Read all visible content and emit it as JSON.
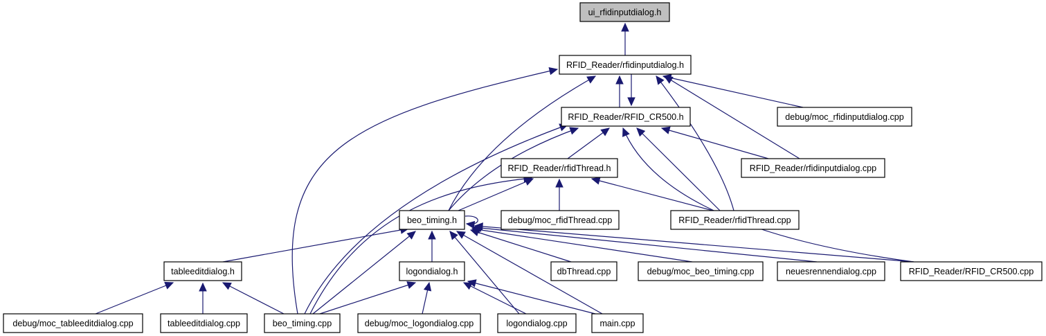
{
  "diagram": {
    "nodes": [
      {
        "id": "ui_rfidinputdialog_h",
        "label": "ui_rfidinputdialog.h",
        "highlighted": true
      },
      {
        "id": "rr_rfidinputdialog_h",
        "label": "RFID_Reader/rfidinputdialog.h"
      },
      {
        "id": "rr_cr500_h",
        "label": "RFID_Reader/RFID_CR500.h"
      },
      {
        "id": "moc_rfidinputdialog_cpp",
        "label": "debug/moc_rfidinputdialog.cpp"
      },
      {
        "id": "rr_rfidthread_h",
        "label": "RFID_Reader/rfidThread.h"
      },
      {
        "id": "rr_rfidinputdialog_cpp",
        "label": "RFID_Reader/rfidinputdialog.cpp"
      },
      {
        "id": "beo_timing_h",
        "label": "beo_timing.h"
      },
      {
        "id": "moc_rfidthread_cpp",
        "label": "debug/moc_rfidThread.cpp"
      },
      {
        "id": "rr_rfidthread_cpp",
        "label": "RFID_Reader/rfidThread.cpp"
      },
      {
        "id": "tableeditdialog_h",
        "label": "tableeditdialog.h"
      },
      {
        "id": "logondialog_h",
        "label": "logondialog.h"
      },
      {
        "id": "dbthread_cpp",
        "label": "dbThread.cpp"
      },
      {
        "id": "moc_beo_timing_cpp",
        "label": "debug/moc_beo_timing.cpp"
      },
      {
        "id": "neuesrennendialog_cpp",
        "label": "neuesrennendialog.cpp"
      },
      {
        "id": "rr_cr500_cpp",
        "label": "RFID_Reader/RFID_CR500.cpp"
      },
      {
        "id": "moc_tableeditdialog_cpp",
        "label": "debug/moc_tableeditdialog.cpp"
      },
      {
        "id": "tableeditdialog_cpp",
        "label": "tableeditdialog.cpp"
      },
      {
        "id": "beo_timing_cpp",
        "label": "beo_timing.cpp"
      },
      {
        "id": "moc_logondialog_cpp",
        "label": "debug/moc_logondialog.cpp"
      },
      {
        "id": "logondialog_cpp",
        "label": "logondialog.cpp"
      },
      {
        "id": "main_cpp",
        "label": "main.cpp"
      }
    ],
    "edges": [
      {
        "from": "rr_rfidinputdialog_h",
        "to": "ui_rfidinputdialog_h"
      },
      {
        "from": "rr_cr500_h",
        "to": "rr_rfidinputdialog_h"
      },
      {
        "from": "moc_rfidinputdialog_cpp",
        "to": "rr_rfidinputdialog_h"
      },
      {
        "from": "rr_rfidinputdialog_cpp",
        "to": "rr_rfidinputdialog_h"
      },
      {
        "from": "rr_rfidthread_cpp",
        "to": "rr_rfidinputdialog_h"
      },
      {
        "from": "beo_timing_h",
        "to": "rr_rfidinputdialog_h"
      },
      {
        "from": "beo_timing_cpp",
        "to": "rr_rfidinputdialog_h"
      },
      {
        "from": "rr_rfidinputdialog_h",
        "to": "rr_cr500_h"
      },
      {
        "from": "rr_rfidthread_h",
        "to": "rr_cr500_h"
      },
      {
        "from": "rr_rfidinputdialog_cpp",
        "to": "rr_cr500_h"
      },
      {
        "from": "rr_rfidthread_cpp",
        "to": "rr_cr500_h"
      },
      {
        "from": "rr_cr500_cpp",
        "to": "rr_cr500_h"
      },
      {
        "from": "beo_timing_h",
        "to": "rr_cr500_h"
      },
      {
        "from": "beo_timing_cpp",
        "to": "rr_cr500_h"
      },
      {
        "from": "beo_timing_h",
        "to": "rr_rfidthread_h"
      },
      {
        "from": "moc_rfidthread_cpp",
        "to": "rr_rfidthread_h"
      },
      {
        "from": "rr_rfidthread_cpp",
        "to": "rr_rfidthread_h"
      },
      {
        "from": "beo_timing_cpp",
        "to": "rr_rfidthread_h"
      },
      {
        "from": "beo_timing_h",
        "to": "beo_timing_h"
      },
      {
        "from": "tableeditdialog_h",
        "to": "beo_timing_h"
      },
      {
        "from": "logondialog_h",
        "to": "beo_timing_h"
      },
      {
        "from": "beo_timing_cpp",
        "to": "beo_timing_h"
      },
      {
        "from": "dbthread_cpp",
        "to": "beo_timing_h"
      },
      {
        "from": "moc_beo_timing_cpp",
        "to": "beo_timing_h"
      },
      {
        "from": "neuesrennendialog_cpp",
        "to": "beo_timing_h"
      },
      {
        "from": "rr_cr500_cpp",
        "to": "beo_timing_h"
      },
      {
        "from": "logondialog_cpp",
        "to": "beo_timing_h"
      },
      {
        "from": "main_cpp",
        "to": "beo_timing_h"
      },
      {
        "from": "moc_tableeditdialog_cpp",
        "to": "tableeditdialog_h"
      },
      {
        "from": "tableeditdialog_cpp",
        "to": "tableeditdialog_h"
      },
      {
        "from": "beo_timing_cpp",
        "to": "tableeditdialog_h"
      },
      {
        "from": "beo_timing_cpp",
        "to": "logondialog_h"
      },
      {
        "from": "moc_logondialog_cpp",
        "to": "logondialog_h"
      },
      {
        "from": "logondialog_cpp",
        "to": "logondialog_h"
      },
      {
        "from": "main_cpp",
        "to": "logondialog_h"
      }
    ]
  },
  "colors": {
    "node_fill": "#ffffff",
    "highlight_fill": "#bfbfbf",
    "edge": "#191970"
  }
}
